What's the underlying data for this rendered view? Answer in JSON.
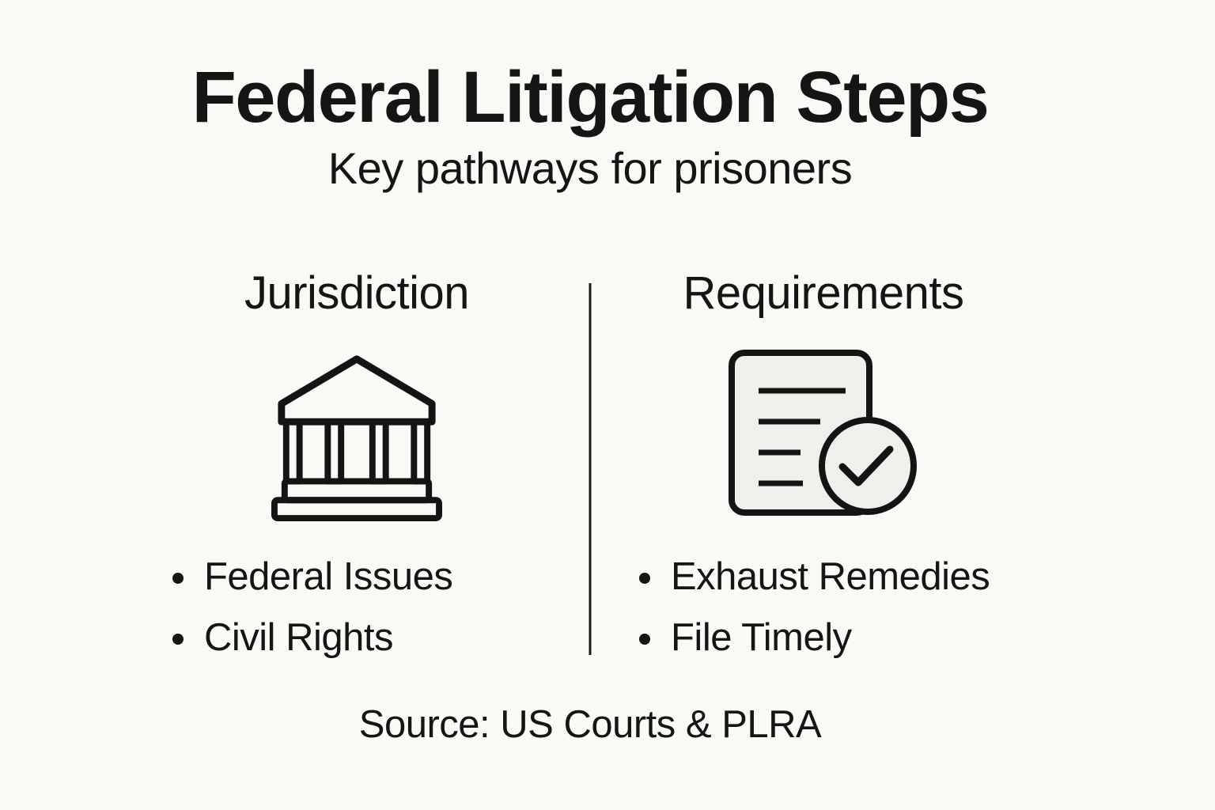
{
  "page": {
    "title": "Federal Litigation Steps",
    "subtitle": "Key pathways for prisoners",
    "source_caption": "Source: US Courts & PLRA"
  },
  "theme": {
    "background_color": "#FAF9F6",
    "text_color": "#151515",
    "icon_stroke_color": "#141414",
    "icon_fill_color": "#F0EFEC",
    "divider_color": "#191919"
  },
  "columns": [
    {
      "heading": "Jurisdiction",
      "icon": "courthouse-icon",
      "bullets": [
        "Federal Issues",
        "Civil Rights"
      ]
    },
    {
      "heading": "Requirements",
      "icon": "document-check-icon",
      "bullets": [
        "Exhaust Remedies",
        "File Timely"
      ]
    }
  ]
}
